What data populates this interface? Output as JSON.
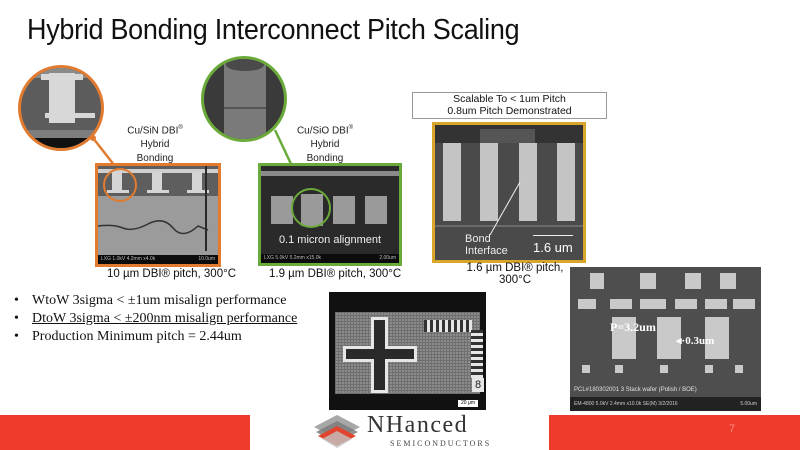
{
  "slide": {
    "title": "Hybrid Bonding Interconnect Pitch Scaling",
    "page_number": "7"
  },
  "panel_sin": {
    "label_line1": "Cu/SiN DBI",
    "label_sup": "®",
    "label_line2": "Hybrid",
    "label_line3": "Bonding",
    "caption": "10 µm DBI® pitch, 300°C",
    "sem_footer_left": "LXG 1.0kV 4.2mm x4.0k",
    "sem_footer_right": "10.0um",
    "accent_color": "#e07b30"
  },
  "panel_sio": {
    "label_line1": "Cu/SiO DBI",
    "label_sup": "®",
    "label_line2": "Hybrid",
    "label_line3": "Bonding",
    "overlay_text": "0.1 micron alignment",
    "caption": "1.9 µm DBI® pitch, 300°C",
    "sem_footer_left": "LXG 5.0kV 5.2mm x15.0k",
    "sem_footer_right": "2.00um",
    "accent_color": "#6aaa3a"
  },
  "panel_fine": {
    "box_line1": "Scalable To < 1um Pitch",
    "box_line2": "0.8um Pitch Demonstrated",
    "annotation_line1": "Bond",
    "annotation_line2": "Interface",
    "scale_label": "1.6 um",
    "caption_line1": "1.6 µm DBI® pitch,",
    "caption_line2": "300°C",
    "accent_color": "#d9a62c"
  },
  "bullets": [
    {
      "text": "WtoW 3sigma < ±1um misalign performance",
      "underline": false
    },
    {
      "text": "DtoW 3sigma < ±200nm misalign performance",
      "underline": true
    },
    {
      "text": "Production Minimum pitch = 2.44um",
      "underline": false
    }
  ],
  "alignment_image": {
    "scale_label": "20 µm",
    "mark_digit": "8"
  },
  "stack_image": {
    "pitch_label": "P=3.2um",
    "gap_label": "0.3um",
    "footer_line1": "PCL#180302001  3 Stack wafer  (Polish / BOE)",
    "footer_line2": "EM-4800 5.0kV 2.4mm x10.0k SE(M) 3/2/2016",
    "footer_scale": "5.00um"
  },
  "logo": {
    "name": "NHanced",
    "sub": "SEMICONDUCTORS"
  },
  "colors": {
    "footer_bar": "#ef3b2c"
  }
}
